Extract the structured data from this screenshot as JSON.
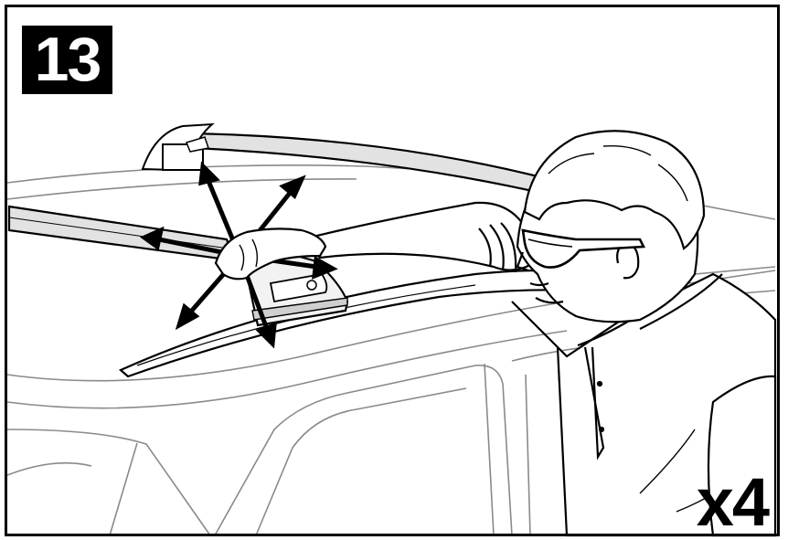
{
  "step": {
    "number": "13"
  },
  "quantity": {
    "label": "x4"
  },
  "illustration": {
    "icons": [
      "roof-crossbar",
      "roof-rail",
      "crossbar-foot",
      "direction-arrows",
      "person",
      "car-roof"
    ],
    "colors": {
      "line": "#000000",
      "light_line": "#8a8a8a",
      "fill": "#ffffff",
      "bar_fill": "#dcdcdc"
    }
  }
}
